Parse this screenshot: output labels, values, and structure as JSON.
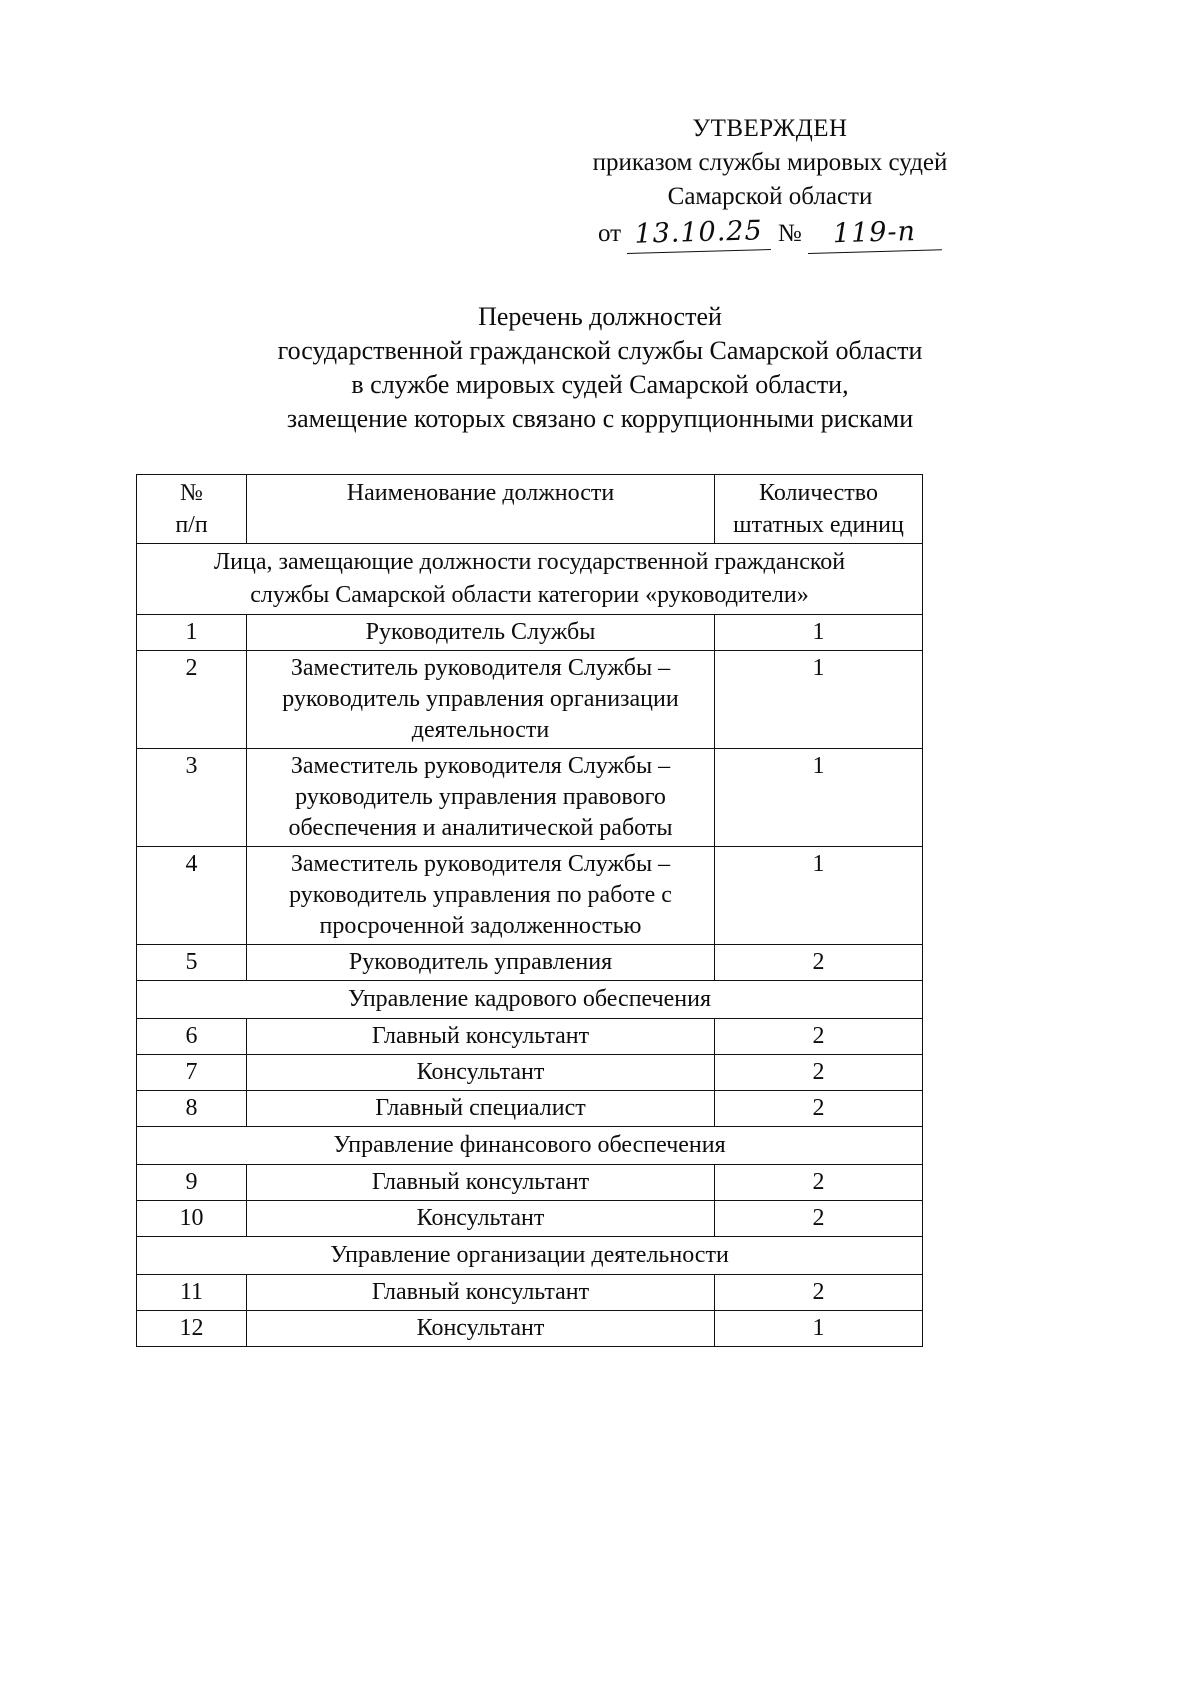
{
  "approval": {
    "approved_word": "УТВЕРЖДЕН",
    "line2": "приказом службы мировых судей",
    "line3": "Самарской области",
    "date_prefix": "от",
    "date_value": "13.10.25",
    "number_sign": "№",
    "number_value": "119-п"
  },
  "doc_title": {
    "line1": "Перечень должностей",
    "line2": "государственной гражданской службы Самарской области",
    "line3": "в службе мировых судей Самарской области,",
    "line4": "замещение которых связано с коррупционными рисками"
  },
  "table": {
    "headers": {
      "num_l1": "№",
      "num_l2": "п/п",
      "name": "Наименование должности",
      "qty_l1": "Количество",
      "qty_l2": "штатных единиц"
    },
    "sections": [
      {
        "title_l1": "Лица, замещающие должности государственной гражданской",
        "title_l2": "службы Самарской области категории «руководители»",
        "rows": [
          {
            "idx": "1",
            "position_lines": [
              "Руководитель Службы"
            ],
            "qty": "1"
          },
          {
            "idx": "2",
            "position_lines": [
              "Заместитель руководителя Службы –",
              "руководитель управления организации",
              "деятельности"
            ],
            "qty": "1"
          },
          {
            "idx": "3",
            "position_lines": [
              "Заместитель руководителя Службы –",
              "руководитель управления правового",
              "обеспечения и аналитической работы"
            ],
            "qty": "1"
          },
          {
            "idx": "4",
            "position_lines": [
              "Заместитель руководителя Службы –",
              "руководитель управления по работе с",
              "просроченной задолженностью"
            ],
            "qty": "1"
          },
          {
            "idx": "5",
            "position_lines": [
              "Руководитель управления"
            ],
            "qty": "2"
          }
        ]
      },
      {
        "title_l1": "Управление кадрового обеспечения",
        "title_l2": "",
        "rows": [
          {
            "idx": "6",
            "position_lines": [
              "Главный консультант"
            ],
            "qty": "2"
          },
          {
            "idx": "7",
            "position_lines": [
              "Консультант"
            ],
            "qty": "2"
          },
          {
            "idx": "8",
            "position_lines": [
              "Главный специалист"
            ],
            "qty": "2"
          }
        ]
      },
      {
        "title_l1": "Управление финансового обеспечения",
        "title_l2": "",
        "rows": [
          {
            "idx": "9",
            "position_lines": [
              "Главный консультант"
            ],
            "qty": "2"
          },
          {
            "idx": "10",
            "position_lines": [
              "Консультант"
            ],
            "qty": "2"
          }
        ]
      },
      {
        "title_l1": "Управление организации деятельности",
        "title_l2": "",
        "rows": [
          {
            "idx": "11",
            "position_lines": [
              "Главный консультант"
            ],
            "qty": "2"
          },
          {
            "idx": "12",
            "position_lines": [
              "Консультант"
            ],
            "qty": "1"
          }
        ]
      }
    ]
  }
}
